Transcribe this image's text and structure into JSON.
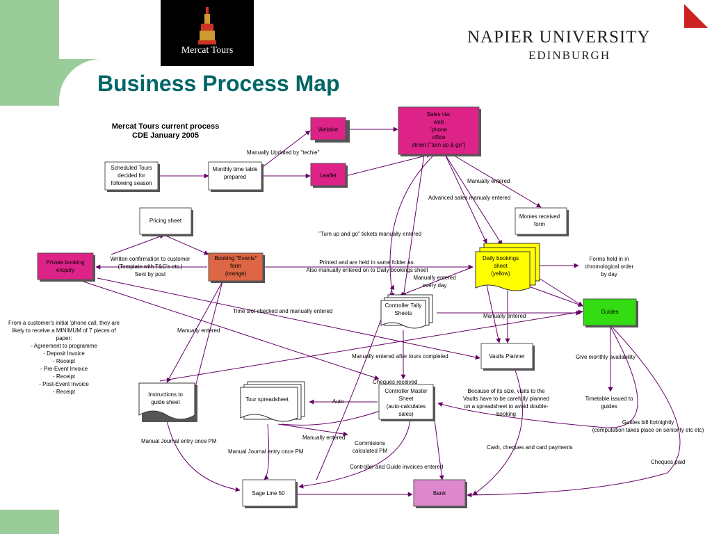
{
  "header": {
    "logo_text": "Mercat Tours",
    "university_line1": "NAPIER UNIVERSITY",
    "university_line2": "EDINBURGH",
    "title": "Business Process Map"
  },
  "diagram": {
    "heading": [
      "Mercat Tours current process",
      "CDE January 2005"
    ],
    "nodes": {
      "website": [
        "Website"
      ],
      "sales": [
        "Sales via:",
        "web",
        "'phone",
        "office",
        "street (\"turn up & go\")"
      ],
      "leaflet": [
        "Leaflet"
      ],
      "scheduled": [
        "Scheduled Tours",
        "decided for",
        "following season"
      ],
      "monthly": [
        "Monthly time table",
        "prepared"
      ],
      "pricing": [
        "Pricing sheet"
      ],
      "private": [
        "Private booking",
        "enquiry"
      ],
      "booking": [
        "Booking \"Events\"",
        "form",
        "(orange)"
      ],
      "monies": [
        "Monies received",
        "form"
      ],
      "daily": [
        "Daily bookings",
        "sheet",
        "(yellow)"
      ],
      "guides": [
        "Guides"
      ],
      "tally": [
        "Controller Tally",
        "Sheets"
      ],
      "vaults": [
        "Vaults Planner"
      ],
      "instructions": [
        "Instructions to",
        "guide sheet"
      ],
      "tour": [
        "Tour spreadsheet"
      ],
      "master": [
        "Controller Master",
        "Sheet",
        "(auto-calculates",
        "sales)"
      ],
      "sage": [
        "Sage Line 50"
      ],
      "bank": [
        "Bank"
      ]
    },
    "labels": {
      "manually_updated": [
        "Manually  Updated by \"techie\""
      ],
      "manually_entered_top": [
        "Manually entered"
      ],
      "advanced_sales": [
        "Advanced sales manualy entered"
      ],
      "turn_up_go": [
        "\"Turn up and go\" tickets manually entered"
      ],
      "written_confirmation": [
        "Written confirmation to customer",
        "(Template with T&C's etc.)",
        "Sent by post"
      ],
      "printed_held": [
        "Printed and are held in same folder as:",
        "Also manually entered on to Daily bookings sheet"
      ],
      "manually_every_day": [
        "Manually entered",
        "every day"
      ],
      "forms_held": [
        "Forms held in in",
        "chromological order",
        "by day"
      ],
      "time_slot": [
        "Time slot checked and manually entered"
      ],
      "manually_entered_mid": [
        "Manually entered"
      ],
      "manually_entered_left": [
        "Manually entered"
      ],
      "customer_call": [
        "From a customer's initial  'phone call, they are",
        "likely to receive a MINIMUM of 7 pieces of",
        "paper:",
        "- Agreement to programme",
        "- Deposit Invoice",
        "- Receipt",
        "- Pre-Event Invoice",
        "- Receipt",
        "- Post-Event Invoice",
        "- Receipt"
      ],
      "after_tours": [
        "Manually entered after tours completed"
      ],
      "give_monthly": [
        "Give monthly availability"
      ],
      "cheques_received": [
        "Cheques received"
      ],
      "vaults_note": [
        "Because of its size, visits to the",
        "Vaults have to be carefully planned",
        "on a spreadsheet to avoid double-",
        "booking"
      ],
      "timetable_issued": [
        "Timetable issued to",
        "guides"
      ],
      "auto": [
        "Auto"
      ],
      "guides_bill": [
        "Guides bill fortnightly",
        "(computation takes place on seniority etc etc)"
      ],
      "manual_journal_1": [
        "Manual Journal entry once PM"
      ],
      "manually_entered_low": [
        "Manually entered"
      ],
      "commisions": [
        "Commisions",
        "calculated PM"
      ],
      "cash_cheques": [
        "Cash, cheques and card payments"
      ],
      "manual_journal_2": [
        "Manual Journal entry once PM"
      ],
      "controller_guide": [
        "Controller and Guide invoices entered"
      ],
      "cheques_paid": [
        "Cheques paid"
      ]
    }
  },
  "colors": {
    "accent_teal": "#006666",
    "band_green": "#99cc99",
    "magenta": "#dd2288",
    "orange": "#dd6644",
    "yellow": "#ffff00",
    "green": "#33dd11",
    "pink": "#dd88cc",
    "arrow": "#660066",
    "corner_red": "#cc2222"
  }
}
